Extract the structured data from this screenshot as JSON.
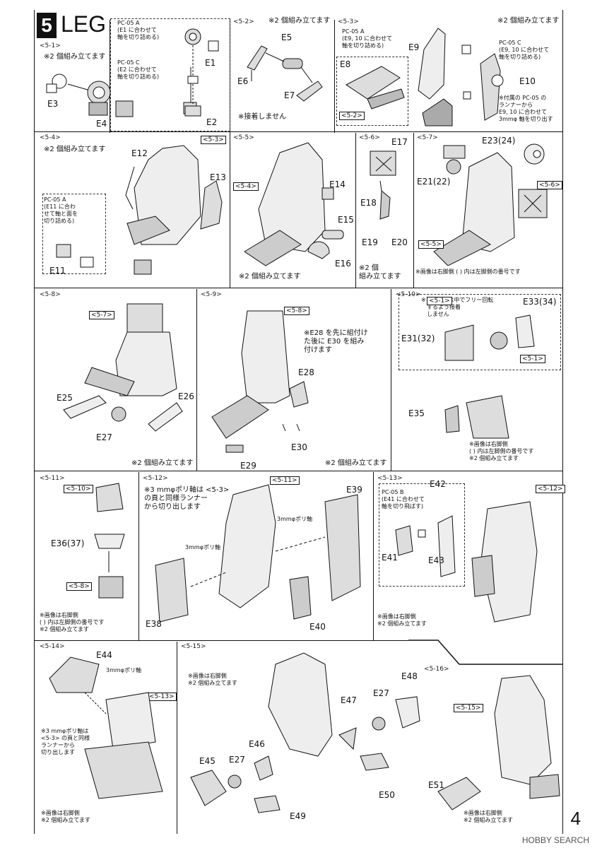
{
  "header": {
    "step_number": "5",
    "title": "LEG"
  },
  "sections": [
    {
      "id": "5-1",
      "label": "<5-1>",
      "note": "※2 個組み立てます",
      "parts": [
        "E1",
        "E2",
        "E3",
        "E4"
      ],
      "sub_notes": [
        "PC-05 A\n(E1 に合わせて\n軸を切り詰める)",
        "PC-05 C\n(E2 に合わせて\n軸を切り詰める)"
      ]
    },
    {
      "id": "5-2",
      "label": "<5-2>",
      "note": "※2 個組み立てます",
      "parts": [
        "E5",
        "E6",
        "E7"
      ],
      "sub_notes": [
        "※接着しません"
      ]
    },
    {
      "id": "5-3",
      "label": "<5-3>",
      "note": "※2 個組み立てます",
      "parts": [
        "E8",
        "E9",
        "E10"
      ],
      "sub_notes": [
        "PC-05 A\n(E9, 10 に合わせて\n軸を切り詰める)",
        "PC-05 C\n(E9, 10 に合わせて\n軸を切り詰める)",
        "※付属の PC-05 の\nランナーから\nE9, 10 に合わせて\n3mmφ 軸を切り出す"
      ],
      "refs": [
        "<5-2>"
      ]
    },
    {
      "id": "5-4",
      "label": "<5-4>",
      "note": "※2 個組み立てます",
      "parts": [
        "E11",
        "E12",
        "E13"
      ],
      "sub_notes": [
        "PC-05 A\n(E11 に合わ\nせて軸と面を\n切り詰める)"
      ],
      "refs": [
        "<5-3>"
      ]
    },
    {
      "id": "5-5",
      "label": "<5-5>",
      "note": "※2 個組み立てます",
      "parts": [
        "E14",
        "E15",
        "E16"
      ],
      "refs": [
        "<5-4>"
      ]
    },
    {
      "id": "5-6",
      "label": "<5-6>",
      "note": "※2 個\n組み立てます",
      "parts": [
        "E17",
        "E18",
        "E19",
        "E20"
      ]
    },
    {
      "id": "5-7",
      "label": "<5-7>",
      "note": "※画像は右脚側 ( ) 内は左脚側の番号です",
      "parts": [
        "E23(24)",
        "E21(22)"
      ],
      "refs": [
        "<5-6>",
        "<5-5>"
      ]
    },
    {
      "id": "5-8",
      "label": "<5-8>",
      "note": "※2 個組み立てます",
      "parts": [
        "E25",
        "E26",
        "E27"
      ],
      "refs": [
        "<5-7>"
      ]
    },
    {
      "id": "5-9",
      "label": "<5-9>",
      "note": "※2 個組み立てます",
      "parts": [
        "E28",
        "E29",
        "E30"
      ],
      "sub_notes": [
        "※E28 を先に組付け\nた後に E30 を組み\n付けます"
      ],
      "refs": [
        "<5-8>"
      ]
    },
    {
      "id": "5-10",
      "label": "<5-10>",
      "note": "※画像は右脚側\n( ) 内は左脚側の番号です\n※2 個組み立てます",
      "parts": [
        "E33(34)",
        "E31(32)",
        "E35"
      ],
      "sub_notes": [
        "※ <5-1> は中でフリー回転\n　するよう接着\n　しません"
      ],
      "refs": [
        "<5-1>",
        "<5-1>"
      ]
    },
    {
      "id": "5-11",
      "label": "<5-11>",
      "note": "※画像は右脚側\n( ) 内は左脚側の番号です\n※2 個組み立てます",
      "parts": [
        "E36(37)"
      ],
      "refs": [
        "<5-10>",
        "<5-8>"
      ]
    },
    {
      "id": "5-12",
      "label": "<5-12>",
      "note": "※3 mmφポリ軸は <5-3>\nの頁と同様ランナー\nから切り出します",
      "parts": [
        "E38",
        "E39",
        "E40"
      ],
      "sub_notes": [
        "3mmφポリ軸",
        "3mmφポリ軸"
      ],
      "refs": [
        "<5-11>"
      ]
    },
    {
      "id": "5-13",
      "label": "<5-13>",
      "note": "※画像は右脚側\n※2 個組み立てます",
      "parts": [
        "E41",
        "E42",
        "E43"
      ],
      "sub_notes": [
        "PC-05 B\n(E41 に合わせて\n軸を切り飛ばす)"
      ],
      "refs": [
        "<5-12>"
      ]
    },
    {
      "id": "5-14",
      "label": "<5-14>",
      "note": "※画像は右脚側\n※2 個組み立てます",
      "parts": [
        "E44"
      ],
      "sub_notes": [
        "3mmφポリ軸",
        "※3 mmφポリ軸は\n<5-3> の頁と同様\nランナーから\n切り出します"
      ],
      "refs": [
        "<5-13>"
      ]
    },
    {
      "id": "5-15",
      "label": "<5-15>",
      "note": "※画像は右脚側\n※2 個組み立てます",
      "parts": [
        "E45",
        "E46",
        "E27",
        "E47",
        "E27",
        "E48",
        "E49",
        "E50"
      ]
    },
    {
      "id": "5-16",
      "label": "<5-16>",
      "note": "※画像は右脚側\n※2 個組み立てます",
      "parts": [
        "E51"
      ],
      "refs": [
        "<5-15>"
      ]
    }
  ],
  "footer": {
    "page_number": "4",
    "watermark": "HOBBY SEARCH"
  }
}
